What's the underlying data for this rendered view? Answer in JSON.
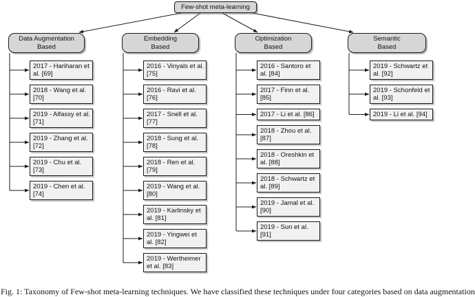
{
  "root": {
    "label": "Few-shot meta-learning"
  },
  "categories": [
    {
      "line1": "Data Augmentation",
      "line2": "Based",
      "items": [
        "2017 - Hariharan et al. [69]",
        "2018 - Wang et al. [70]",
        "2019 - Alfassy et al. [71]",
        "2019 - Zhang et al. [72]",
        "2019 - Chu et al. [73]",
        "2019 - Chen et al. [74]"
      ]
    },
    {
      "line1": "Embedding",
      "line2": "Based",
      "items": [
        "2016 - Vinyals et al. [75]",
        "2016 - Ravi et al. [76]",
        "2017 - Snell et al. [77]",
        "2018 - Sung et al. [78]",
        "2018 - Ren et al. [79]",
        "2019 - Wang et al. [80]",
        "2019 - Karlinsky et al. [81]",
        "2019 - Yingwei et al. [82]",
        "2019 - Wertheimer et al. [83]"
      ]
    },
    {
      "line1": "Optimization",
      "line2": "Based",
      "items": [
        "2016 - Santoro et al. [84]",
        "2017 - Finn et al. [85]",
        "2017 - Li et al. [86]",
        "2018 - Zhou et al. [87]",
        "2018 - Oreshkin et al. [88]",
        "2018 - Schwartz et al. [89]",
        "2019 - Jamal et al. [90]",
        "2019 - Sun et al. [91]"
      ]
    },
    {
      "line1": "Semantic",
      "line2": "Based",
      "items": [
        "2019 - Schwartz et al. [92]",
        "2019 - Schonfeld et al. [93]",
        "2019 - Li et al. [94]"
      ]
    }
  ],
  "caption": "Fig. 1: Taxonomy of Few-shot meta-learning techniques. We have classified these techniques under four categories based on data augmentation",
  "colors": {
    "node_fill": "#d6d6d6",
    "leaf_fill": "#f1f1f1",
    "line": "#1a1a1a"
  }
}
